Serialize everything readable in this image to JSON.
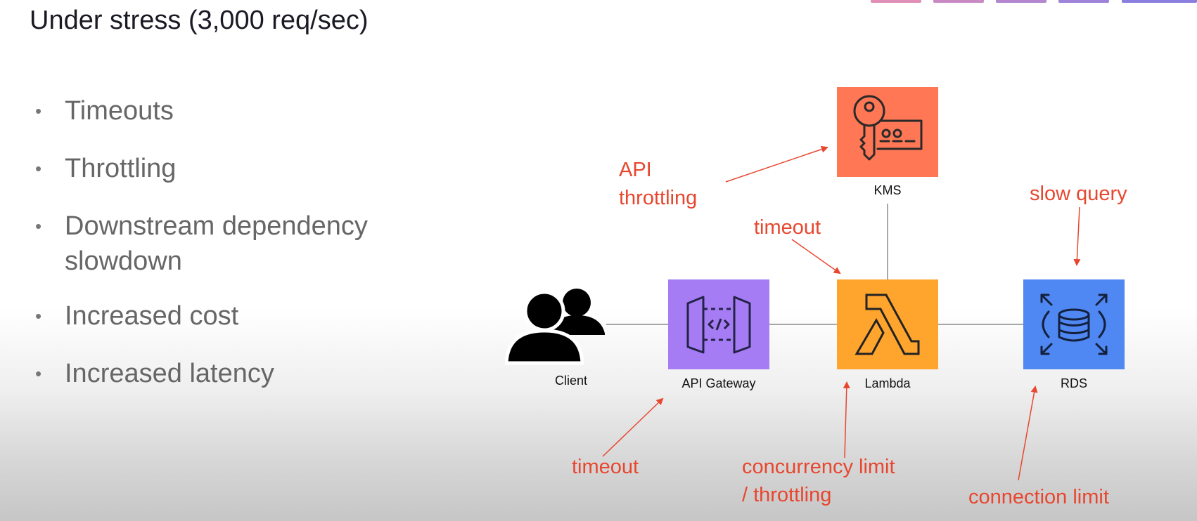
{
  "slide": {
    "title": "Under stress (3,000 req/sec)",
    "bullets": [
      {
        "lines": [
          "Timeouts"
        ]
      },
      {
        "lines": [
          "Throttling"
        ]
      },
      {
        "lines": [
          "Downstream dependency",
          "slowdown"
        ]
      },
      {
        "lines": [
          "Increased cost"
        ]
      },
      {
        "lines": [
          "Increased latency"
        ]
      }
    ]
  },
  "diagram": {
    "nodes": {
      "client": {
        "label": "Client",
        "icon": "users-icon"
      },
      "api_gateway": {
        "label": "API Gateway",
        "icon": "api-gateway-icon",
        "color": "#A67CF4"
      },
      "lambda": {
        "label": "Lambda",
        "icon": "lambda-icon",
        "color": "#FFA52E"
      },
      "kms": {
        "label": "KMS",
        "icon": "key-icon",
        "color": "#FF7755"
      },
      "rds": {
        "label": "RDS",
        "icon": "database-icon",
        "color": "#4F87F3"
      }
    },
    "edges": [
      [
        "client",
        "api_gateway"
      ],
      [
        "api_gateway",
        "lambda"
      ],
      [
        "lambda",
        "rds"
      ],
      [
        "lambda",
        "kms"
      ]
    ],
    "annotations": {
      "kms_api_throttling": {
        "lines": [
          "API",
          "throttling"
        ],
        "target": "kms"
      },
      "lambda_timeout": {
        "lines": [
          "timeout"
        ],
        "target": "lambda"
      },
      "rds_slow_query": {
        "lines": [
          "slow query"
        ],
        "target": "rds"
      },
      "apigw_timeout": {
        "lines": [
          "timeout"
        ],
        "target": "api_gateway"
      },
      "lambda_concurrency": {
        "lines": [
          "concurrency limit",
          "/ throttling"
        ],
        "target": "lambda"
      },
      "rds_connection_limit": {
        "lines": [
          "connection limit"
        ],
        "target": "rds"
      }
    },
    "annotation_color": "#E8462E"
  },
  "decoration": {
    "top_bar_colors": [
      "#E08FB8",
      "#C98AC4",
      "#B386D0",
      "#9E83D8",
      "#8A7FDE"
    ]
  }
}
